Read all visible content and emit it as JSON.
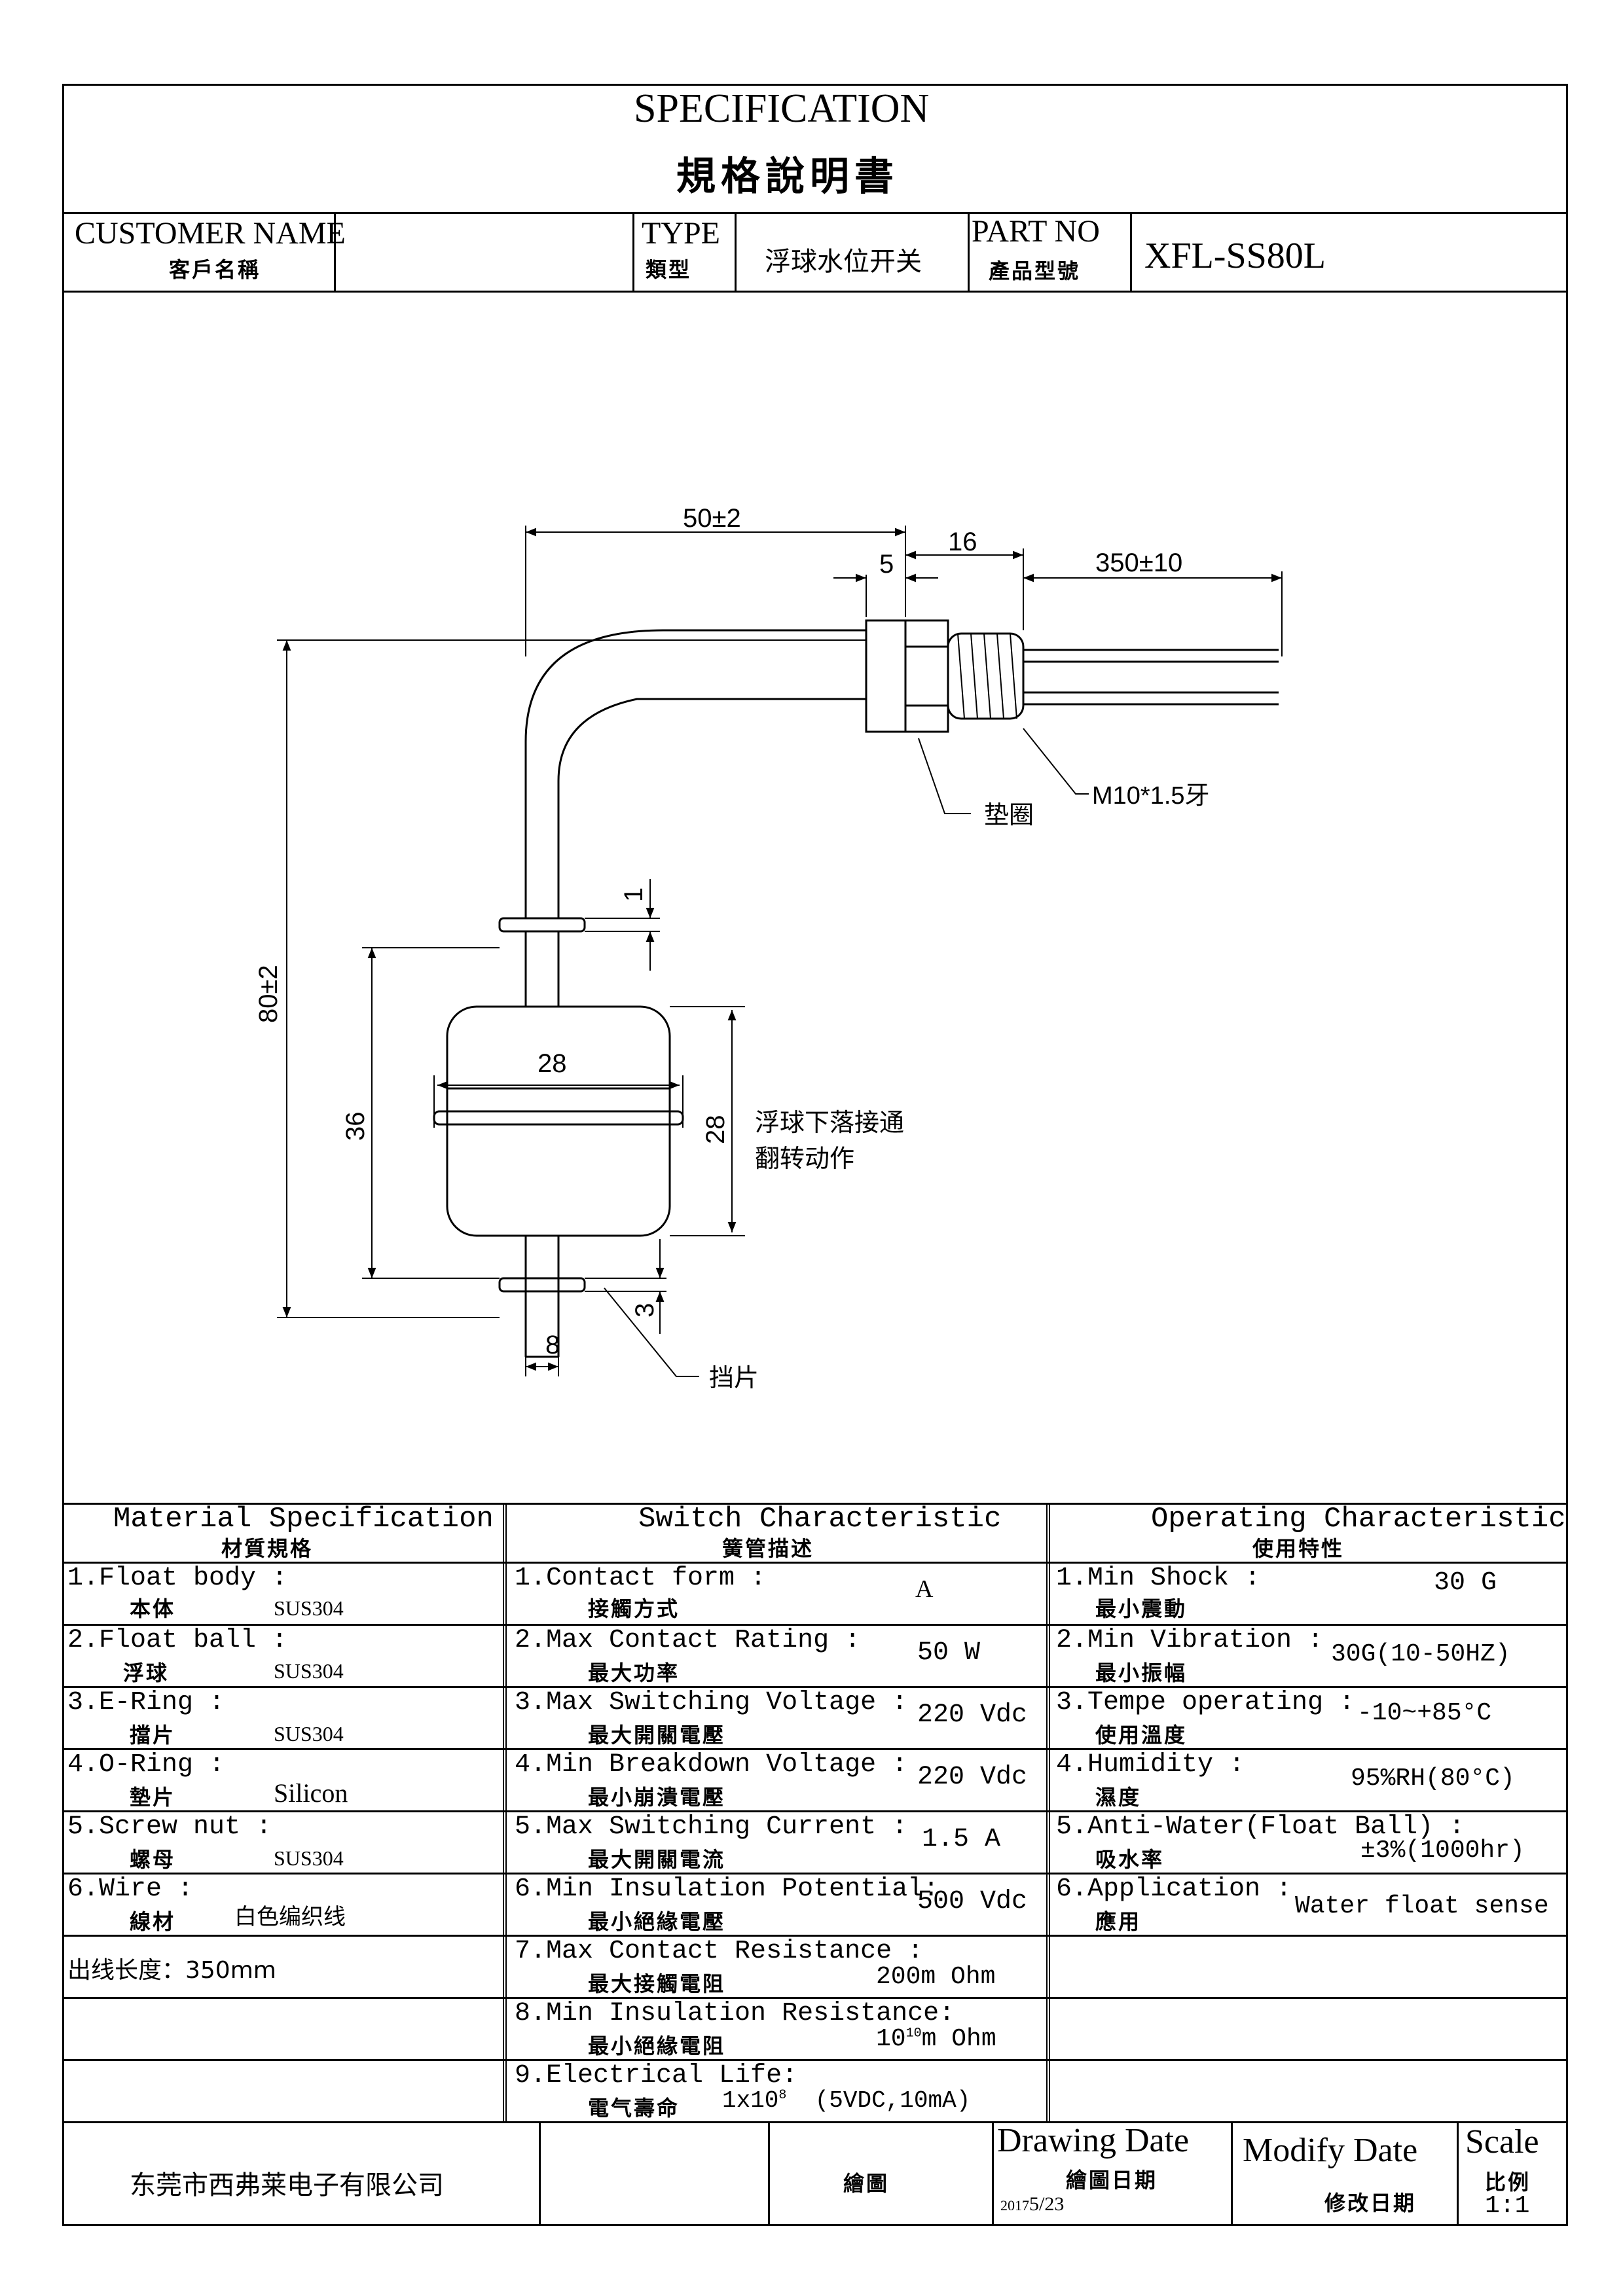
{
  "header": {
    "title_en": "SPECIFICATION",
    "title_cn": "規格說明書"
  },
  "info_row": {
    "customer_label_en": "CUSTOMER NAME",
    "customer_label_cn": "客戶名稱",
    "customer_value": "",
    "type_label_en": "TYPE",
    "type_label_cn": "類型",
    "type_value": "浮球水位开关",
    "part_label_en": "PART NO",
    "part_label_cn": "產品型號",
    "part_value": "XFL-SS80L"
  },
  "drawing": {
    "dim_width": "50±2",
    "dim_nut": "16",
    "dim_gasket": "5",
    "dim_wire": "350±10",
    "dim_total_height": "80±2",
    "dim_ring_gap": "1",
    "dim_float_travel": "36",
    "dim_float_diameter": "28",
    "dim_float_height": "28",
    "dim_stem": "8",
    "dim_eclip": "3",
    "callout_gasket": "垫圈",
    "callout_thread": "M10*1.5牙",
    "callout_eclip": "挡片",
    "note_line1": "浮球下落接通",
    "note_line2": "翻转动作"
  },
  "material": {
    "heading_en": "Material  Specification",
    "heading_cn": "材質規格",
    "items": [
      {
        "en": "1.Float body :",
        "cn": "本体",
        "value": "SUS304"
      },
      {
        "en": "2.Float ball :",
        "cn": "浮球",
        "value": "SUS304"
      },
      {
        "en": "3.E-Ring :",
        "cn": "擋片",
        "value": "SUS304"
      },
      {
        "en": "4.O-Ring :",
        "cn": "墊片",
        "value": "Silicon"
      },
      {
        "en": "5.Screw nut :",
        "cn": "螺母",
        "value": "SUS304"
      },
      {
        "en": "6.Wire :",
        "cn": "線材",
        "value": "白色编织线"
      }
    ],
    "extra": "出线长度：350mm"
  },
  "switch": {
    "heading_en": "Switch Characteristic",
    "heading_cn": "簧管描述",
    "items": [
      {
        "en": "1.Contact form :",
        "cn": "接觸方式",
        "value": "A"
      },
      {
        "en": "2.Max Contact Rating :",
        "cn": "最大功率",
        "value": "50 W"
      },
      {
        "en": "3.Max Switching Voltage :",
        "cn": "最大開關電壓",
        "value": "220 Vdc"
      },
      {
        "en": "4.Min Breakdown Voltage :",
        "cn": "最小崩潰電壓",
        "value": "220 Vdc"
      },
      {
        "en": "5.Max Switching Current :",
        "cn": "最大開關電流",
        "value": "1.5 A"
      },
      {
        "en": "6.Min Insulation Potential:",
        "cn": "最小絕緣電壓",
        "value": "500 Vdc"
      },
      {
        "en": "7.Max Contact Resistance :",
        "cn": "最大接觸電阻",
        "value": "200m Ohm"
      },
      {
        "en": "8.Min Insulation Resistance:",
        "cn": "最小絕緣電阻",
        "value_base": "10",
        "value_exp": "10",
        "value_unit": "m Ohm"
      },
      {
        "en": "9.Electrical Life:",
        "cn": "電气壽命",
        "value_base": "1x10",
        "value_exp": "8",
        "value_unit": "(5VDC,10mA)"
      }
    ]
  },
  "operating": {
    "heading_en": "Operating Characteristic",
    "heading_cn": "使用特性",
    "items": [
      {
        "en": "1.Min Shock :",
        "cn": "最小震動",
        "value": "30 G"
      },
      {
        "en": "2.Min Vibration :",
        "cn": "最小振幅",
        "value": "30G(10-50HZ)"
      },
      {
        "en": "3.Tempe operating :",
        "cn": "使用溫度",
        "value": "-10~+85°C"
      },
      {
        "en": "4.Humidity :",
        "cn": "濕度",
        "value": "95%RH(80°C)"
      },
      {
        "en": "5.Anti-Water(Float Ball) :",
        "cn": "吸水率",
        "value": "±3%(1000hr)"
      },
      {
        "en": "6.Application :",
        "cn": "應用",
        "value": "Water float sense"
      }
    ]
  },
  "footer": {
    "company": "东莞市西弗莱电子有限公司",
    "drawn_label": "繪圖",
    "drawing_date_en": "Drawing Date",
    "drawing_date_cn": "繪圖日期",
    "drawing_date_year": "2017",
    "drawing_date_rest": "5/23",
    "modify_date_en": "Modify Date",
    "modify_date_cn": "修改日期",
    "scale_en": "Scale",
    "scale_cn": "比例",
    "scale_value": "1:1"
  }
}
